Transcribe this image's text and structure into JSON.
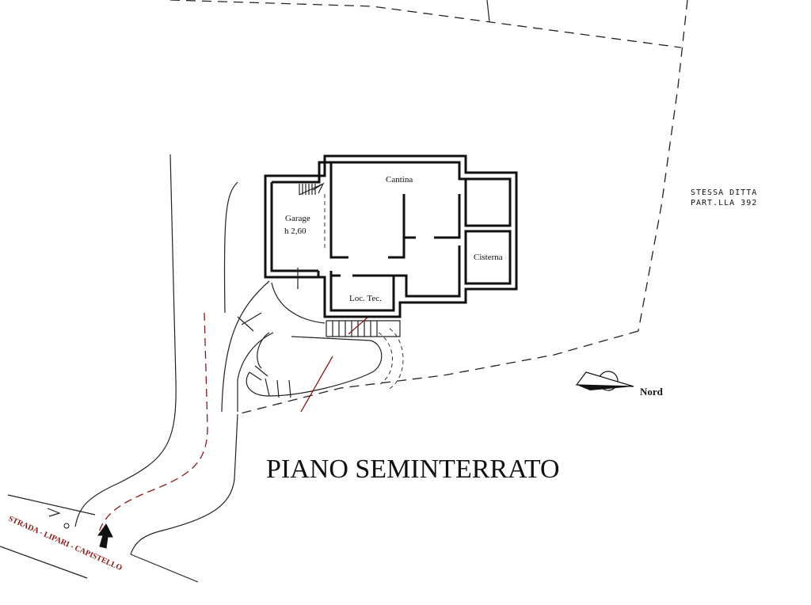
{
  "rooms": {
    "garage_name": "Garage",
    "garage_height": "h 2,60",
    "cantina": "Cantina",
    "cisterna": "Cisterna",
    "loc_tec": "Loc. Tec."
  },
  "neighbor": {
    "line1": "STESSA DITTA",
    "line2": "PART.LLA 392"
  },
  "compass": {
    "label": "Nord"
  },
  "title": "PIANO SEMINTERRATO",
  "road": {
    "label": "STRADA - LIPARI - CAPISTELLO"
  },
  "colors": {
    "ink": "#111111",
    "road_red": "#8b1a1a"
  }
}
